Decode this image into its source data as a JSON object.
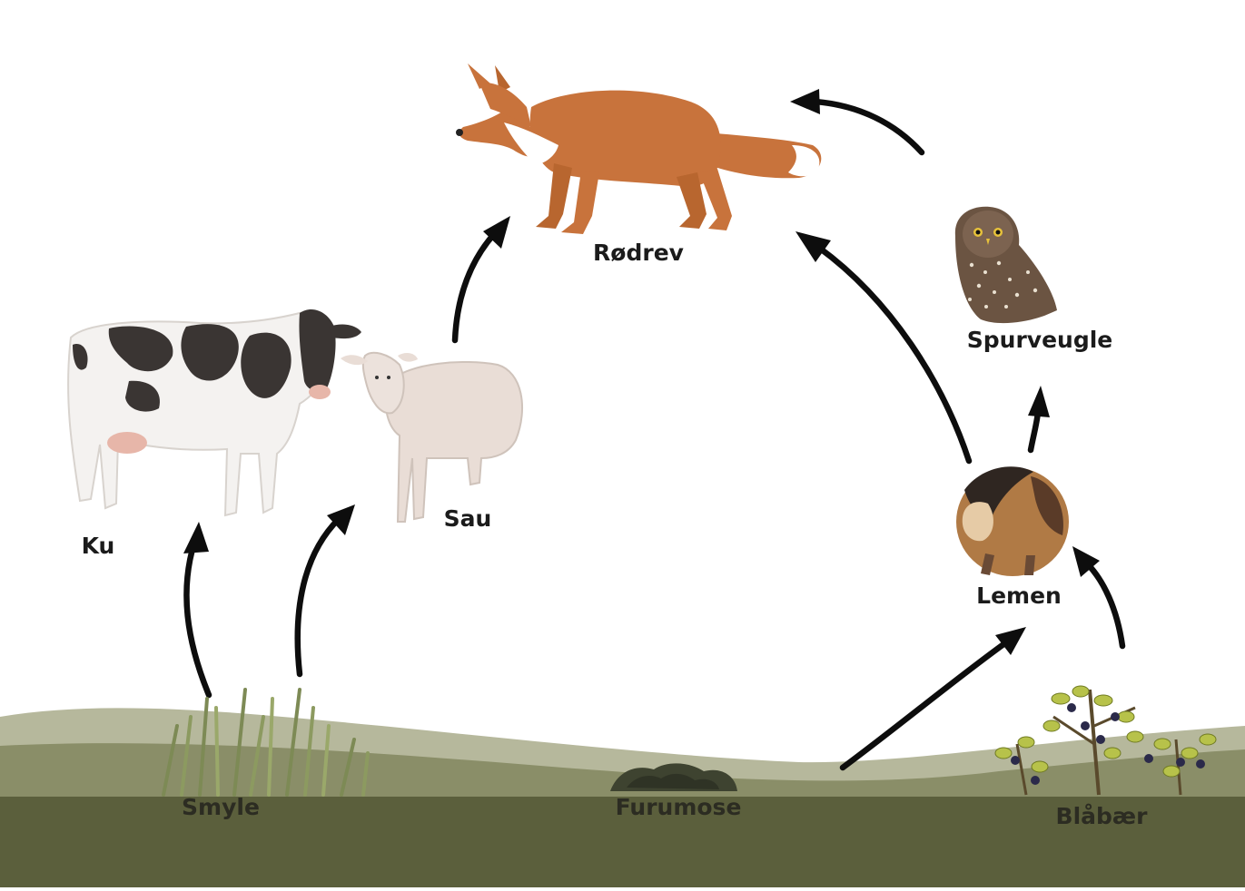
{
  "diagram": {
    "organisms": {
      "rodrev": {
        "label": "Rødrev"
      },
      "spurveugle": {
        "label": "Spurveugle"
      },
      "ku": {
        "label": "Ku"
      },
      "sau": {
        "label": "Sau"
      },
      "lemen": {
        "label": "Lemen"
      },
      "smyle": {
        "label": "Smyle"
      },
      "furumose": {
        "label": "Furumose"
      },
      "blabaer": {
        "label": "Blåbær"
      }
    },
    "colors": {
      "ground_dark": "#5b5f3c",
      "ground_mid": "#8a8e68",
      "ground_light": "#b6b89c",
      "arrow": "#0d0d0d",
      "fox": "#c8733c",
      "cow_spots": "#3a3533",
      "sheep": "#e9ddd6",
      "owl": "#6b5442",
      "lemming": "#b07a45",
      "blueberry": "#2b2a4a",
      "leaf": "#b7c24a"
    }
  }
}
